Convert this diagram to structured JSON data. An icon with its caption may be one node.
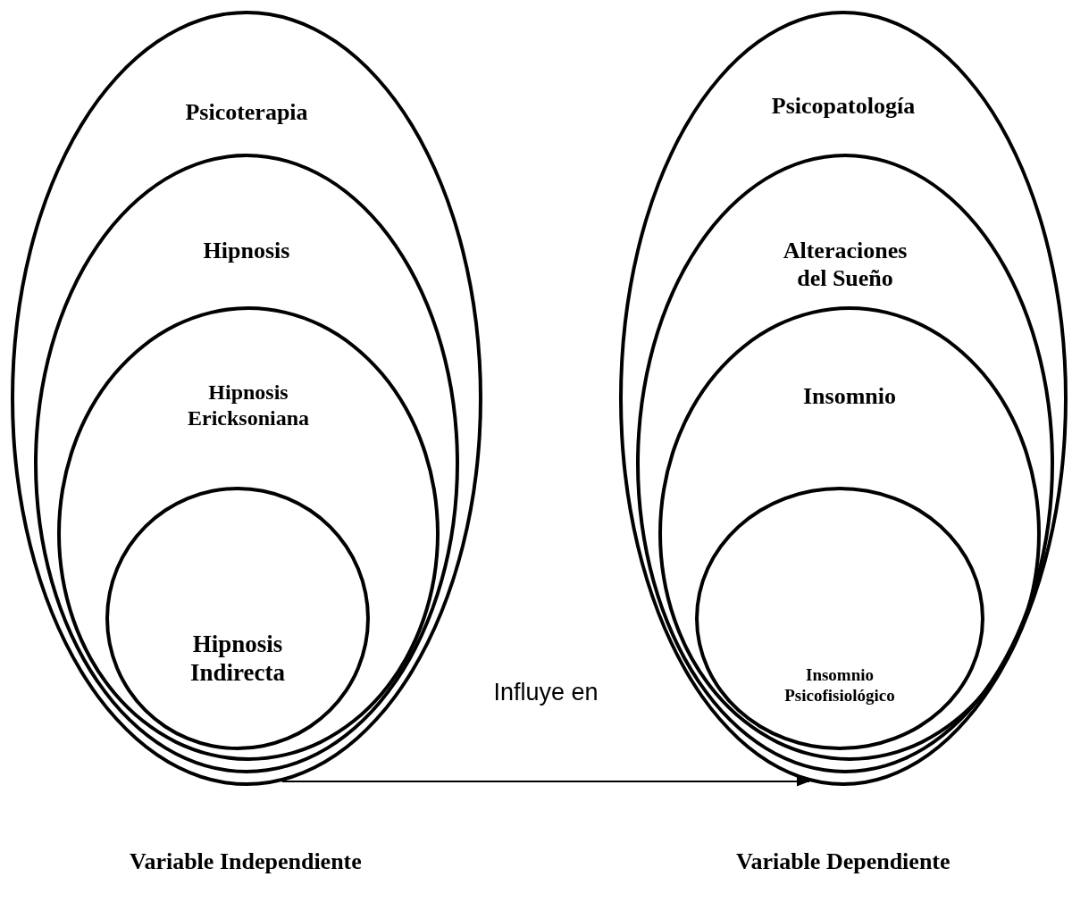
{
  "diagram": {
    "nodes": [
      {
        "text": [
          "Psicoterapia"
        ]
      },
      {
        "text": [
          "Hipnosis"
        ],
        "in": 0
      },
      {
        "text": [
          "Hipnosis Ericksoniana"
        ],
        "in": 1
      },
      {
        "text": [
          "Hipnosis Indirecta"
        ],
        "in": 2
      },
      {
        "text": [
          "Psicopatología"
        ]
      },
      {
        "text": [
          "Alteraciones del Sueño"
        ],
        "in": 4
      },
      {
        "text": [
          "Insomnio"
        ],
        "in": 5
      },
      {
        "text": [
          "Insomnio Psicofisiológico"
        ],
        "in": 6
      }
    ],
    "edges": [
      {
        "from": 0,
        "to": 4,
        "arrow": "to",
        "label": "Influye en"
      }
    ],
    "labels": [
      "Variable Independiente",
      "Variable Dependiente"
    ]
  }
}
